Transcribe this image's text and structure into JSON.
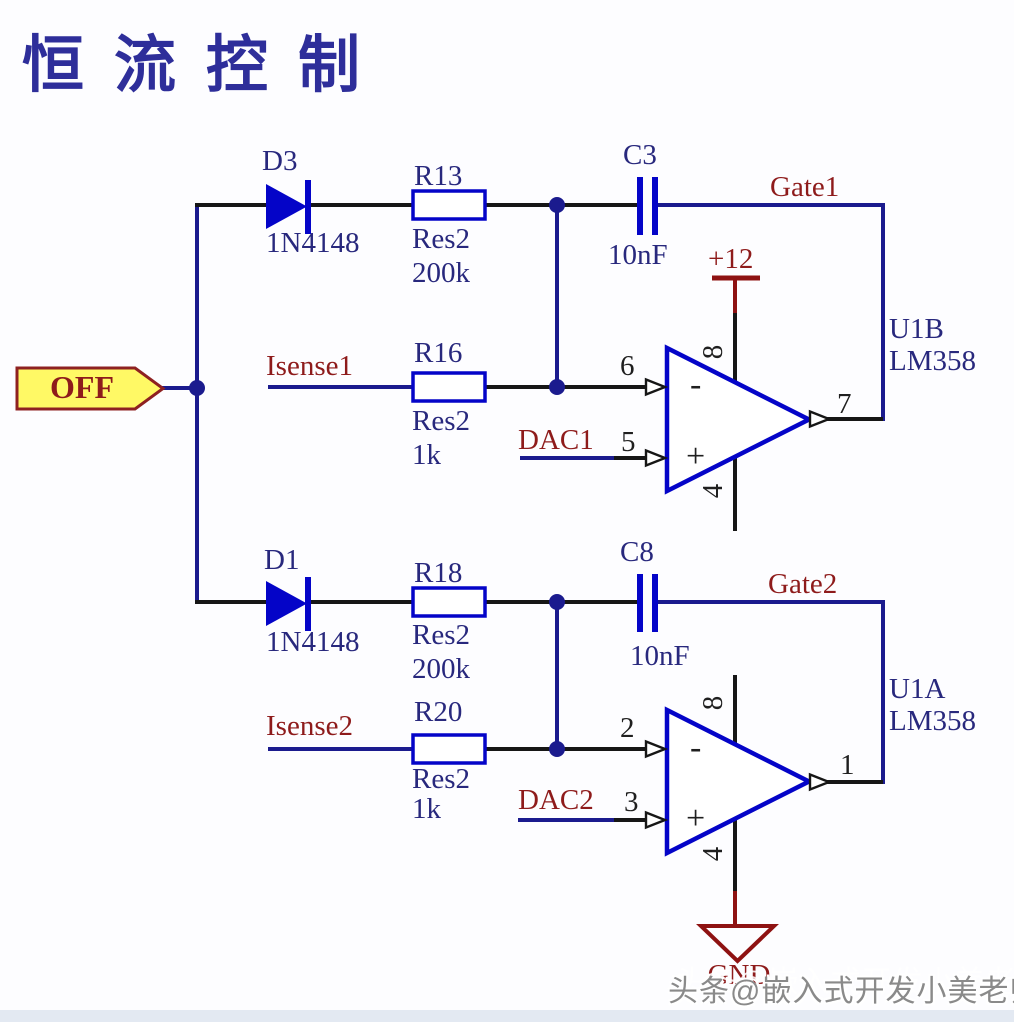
{
  "title": "恒流控制",
  "watermark": "头条@嵌入式开发小美老师",
  "flags": {
    "off": "OFF",
    "vcc": "+12",
    "gnd": "GND"
  },
  "colors": {
    "wire_navy": "#1b1b8e",
    "pin_wire_black": "#161616",
    "component_blue": "#0404c8",
    "net_label_red": "#8e1b1b",
    "designator_navy": "#28287d",
    "title_blue": "#2e2e9a",
    "flag_fill_yellow": "#fff965",
    "flag_border_red": "#8e2121",
    "watermark_gray": "#8a8a8a"
  },
  "channels": [
    {
      "diode_ref": "D3",
      "diode_part": "1N4148",
      "fb_res_ref": "R13",
      "fb_res_type": "Res2",
      "fb_res_val": "200k",
      "cap_ref": "C3",
      "cap_val": "10nF",
      "gate": "Gate1",
      "isense": "Isense1",
      "in_res_ref": "R16",
      "in_res_type": "Res2",
      "in_res_val": "1k",
      "dac": "DAC1",
      "pin_inv": "6",
      "pin_noninv": "5",
      "pin_out": "7",
      "pin_vcc": "8",
      "pin_gnd": "4",
      "minus": "-",
      "plus": "+",
      "opamp_ref": "U1B",
      "opamp_part": "LM358"
    },
    {
      "diode_ref": "D1",
      "diode_part": "1N4148",
      "fb_res_ref": "R18",
      "fb_res_type": "Res2",
      "fb_res_val": "200k",
      "cap_ref": "C8",
      "cap_val": "10nF",
      "gate": "Gate2",
      "isense": "Isense2",
      "in_res_ref": "R20",
      "in_res_type": "Res2",
      "in_res_val": "1k",
      "dac": "DAC2",
      "pin_inv": "2",
      "pin_noninv": "3",
      "pin_out": "1",
      "pin_vcc": "8",
      "pin_gnd": "4",
      "minus": "-",
      "plus": "+",
      "opamp_ref": "U1A",
      "opamp_part": "LM358"
    }
  ]
}
